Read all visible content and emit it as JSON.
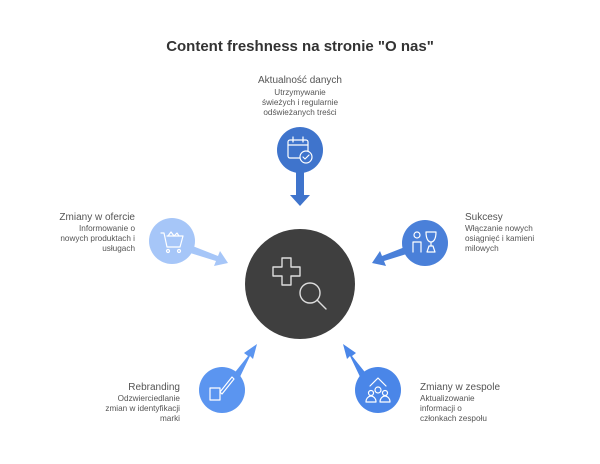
{
  "title": "Content freshness na stronie \"O nas\"",
  "colors": {
    "center": "#3f3f3f",
    "top": "#3f74cc",
    "left": "#a6c6f8",
    "right": "#4a80d9",
    "bottom_left": "#5b95f0",
    "bottom_right": "#4a86e8"
  },
  "center": {
    "icon": "health-search-icon"
  },
  "nodes": {
    "top": {
      "title": "Aktualność danych",
      "desc": [
        "Utrzymywanie",
        "świeżych i regularnie",
        "odświeżanych treści"
      ],
      "icon": "calendar-check-icon"
    },
    "left": {
      "title": "Zmiany w ofercie",
      "desc": [
        "Informowanie o",
        "nowych produktach i",
        "usługach"
      ],
      "icon": "shopping-cart-icon"
    },
    "right": {
      "title": "Sukcesy",
      "desc": [
        "Włączanie nowych",
        "osiągnięć i kamieni",
        "milowych"
      ],
      "icon": "trophy-person-icon"
    },
    "bottom_left": {
      "title": "Rebranding",
      "desc": [
        "Odzwierciedlanie",
        "zmian w identyfikacji",
        "marki"
      ],
      "icon": "paint-brush-icon"
    },
    "bottom_right": {
      "title": "Zmiany w zespole",
      "desc": [
        "Aktualizowanie",
        "informacji o",
        "członkach zespołu"
      ],
      "icon": "team-growth-icon"
    }
  }
}
